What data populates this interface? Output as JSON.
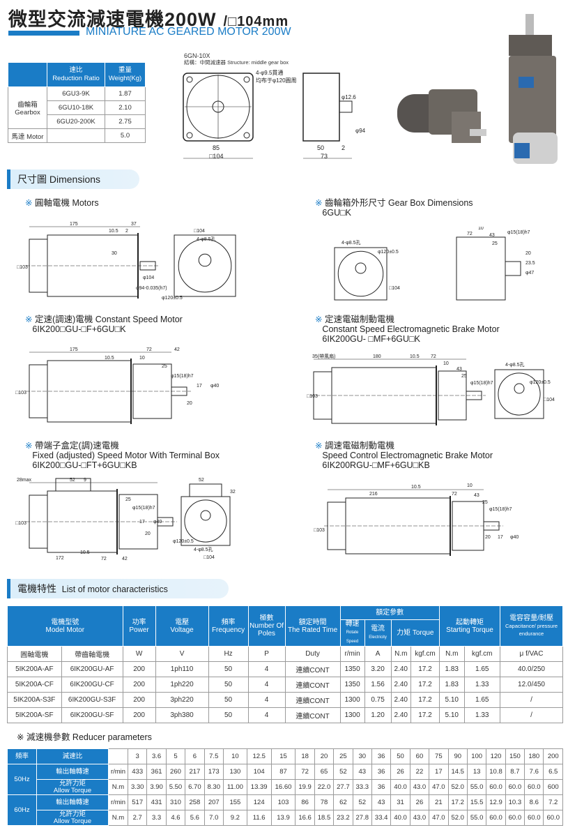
{
  "header": {
    "title": "微型交流減速電機200W",
    "size": "/□104mm",
    "subtitle": "MINIATURE AC GEARED MOTOR 200W"
  },
  "weight_table": {
    "headers": [
      {
        "zh": "速比",
        "en": "Reduction Ratio"
      },
      {
        "zh": "重量",
        "en": "Weight(Kg)"
      }
    ],
    "group_label_zh": "齒輪箱",
    "group_label_en": "Gearbox",
    "rows": [
      {
        "ratio": "6GU3-9K",
        "weight": "1.87"
      },
      {
        "ratio": "6GU10-18K",
        "weight": "2.10"
      },
      {
        "ratio": "6GU20-200K",
        "weight": "2.75"
      }
    ],
    "motor_label": "馬達 Motor",
    "motor_weight": "5.0"
  },
  "top_drawing": {
    "model": "6GN-10X",
    "structure": "結構：中間減速器 Structure: middle gear box",
    "holes": "4-φ9.5貫通",
    "pcd": "均布于φ120圓周",
    "dims": [
      "85",
      "□104",
      "φ12.6",
      "φ94",
      "50",
      "2",
      "73"
    ]
  },
  "dimensions": {
    "title": "尺寸圖 Dimensions",
    "mark": "※",
    "motors": {
      "label": "圓軸電機 Motors",
      "dims": [
        "175",
        "37",
        "10.5",
        "2",
        "30",
        "□103",
        "□104",
        "4-φ8.5孔",
        "φ120±0.5",
        "φ104",
        "φ94-0.035(h7)"
      ]
    },
    "gearbox": {
      "label": "齒輪箱外形尺寸 Gear Box Dimensions",
      "model": "6GU□K",
      "dims": [
        "4-φ8.5孔",
        "φ120±0.5",
        "□104",
        "72",
        "10",
        "43",
        "25",
        "φ15(18)h7",
        "20",
        "23.5",
        "φ47"
      ]
    },
    "constant": {
      "label": "定速(調速)電機 Constant Speed Motor",
      "model": "6IK200□GU-□F+6GU□K",
      "dims": [
        "175",
        "72",
        "42",
        "10.5",
        "10",
        "25",
        "φ15(18)h7",
        "17",
        "φ40",
        "20",
        "□103"
      ]
    },
    "brake": {
      "label": "定速電磁制動電機",
      "label_en": "Constant Speed Electromagnetic Brake Motor",
      "model": "6IK200GU- □MF+6GU□K",
      "dims": [
        "35(帶風扇)",
        "180",
        "10.5",
        "72",
        "10",
        "43",
        "25",
        "φ15(18)h7",
        "4-φ8.5孔",
        "φ120±0.5",
        "□104",
        "□103"
      ]
    },
    "terminal": {
      "label": "帶端子盒定(調)速電機",
      "label_en": "Fixed (adjusted) Speed Motor With Terminal Box",
      "model": "6IK200□GU-□FT+6GU□KB",
      "dims": [
        "28max",
        "52",
        "9",
        "25",
        "φ15(18)h7",
        "17",
        "φ40",
        "20",
        "172",
        "10.5",
        "72",
        "42",
        "□103",
        "52",
        "32",
        "φ120±0.5",
        "4-φ8.5孔",
        "□104"
      ]
    },
    "speed_brake": {
      "label": "調速電磁制動電機",
      "label_en": "Speed Control Electromagnetic Brake Motor",
      "model": "6IK200RGU-□MF+6GU□KB",
      "dims": [
        "10.5",
        "216",
        "72",
        "10",
        "43",
        "25",
        "φ15(18)h7",
        "20",
        "17",
        "φ40",
        "□103"
      ]
    }
  },
  "characteristics": {
    "title": "電機特性",
    "title_en": "List of motor characteristics",
    "headers": {
      "model": "電機型號",
      "model_en": "Model Motor",
      "power": "功率",
      "power_en": "Power",
      "voltage": "電壓",
      "voltage_en": "Voltage",
      "freq": "頻率",
      "freq_en": "Frequency",
      "poles": "極數",
      "poles_en": "Number Of Poles",
      "time": "額定時間",
      "time_en": "The Rated Time",
      "rated": "額定參數",
      "speed": "轉速",
      "speed_en": "Rotate Speed",
      "current": "電流",
      "current_en": "Electricity",
      "torque": "力矩 Torque",
      "start": "起動轉矩",
      "start_en": "Starting Torque",
      "cap": "電容容量/耐壓",
      "cap_en": "Capacitance/ pressure endurance"
    },
    "units": [
      "圓軸電機",
      "帶齒軸電機",
      "W",
      "V",
      "Hz",
      "P",
      "Duty",
      "r/min",
      "A",
      "N.m",
      "kgf.cm",
      "N.m",
      "kgf.cm",
      "μ f/VAC"
    ],
    "rows": [
      [
        "5IK200A-AF",
        "6IK200GU-AF",
        "200",
        "1ph110",
        "50",
        "4",
        "連續CONT",
        "1350",
        "3.20",
        "2.40",
        "17.2",
        "1.83",
        "1.65",
        "40.0/250"
      ],
      [
        "5IK200A-CF",
        "6IK200GU-CF",
        "200",
        "1ph220",
        "50",
        "4",
        "連續CONT",
        "1350",
        "1.56",
        "2.40",
        "17.2",
        "1.83",
        "1.33",
        "12.0/450"
      ],
      [
        "5IK200A-S3F",
        "6IK200GU-S3F",
        "200",
        "3ph220",
        "50",
        "4",
        "連續CONT",
        "1300",
        "0.75",
        "2.40",
        "17.2",
        "5.10",
        "1.65",
        "/"
      ],
      [
        "5IK200A-SF",
        "6IK200GU-SF",
        "200",
        "3ph380",
        "50",
        "4",
        "連續CONT",
        "1300",
        "1.20",
        "2.40",
        "17.2",
        "5.10",
        "1.33",
        "/"
      ]
    ]
  },
  "reducer": {
    "title": "※ 減速機參數 Reducer parameters",
    "freq_label": "頻率",
    "ratio_label": "減速比",
    "ratios": [
      "3",
      "3.6",
      "5",
      "6",
      "7.5",
      "10",
      "12.5",
      "15",
      "18",
      "20",
      "25",
      "30",
      "36",
      "50",
      "60",
      "75",
      "90",
      "100",
      "120",
      "150",
      "180",
      "200"
    ],
    "groups": [
      {
        "freq": "50Hz",
        "rows": [
          {
            "label": "輸出軸轉速",
            "label_en": "",
            "unit": "r/min",
            "values": [
              "433",
              "361",
              "260",
              "217",
              "173",
              "130",
              "104",
              "87",
              "72",
              "65",
              "52",
              "43",
              "36",
              "26",
              "22",
              "17",
              "14.5",
              "13",
              "10.8",
              "8.7",
              "7.6",
              "6.5"
            ]
          },
          {
            "label": "允許力矩",
            "label_en": "Allow Torque",
            "unit": "N.m",
            "values": [
              "3.30",
              "3.90",
              "5.50",
              "6.70",
              "8.30",
              "11.00",
              "13.39",
              "16.60",
              "19.9",
              "22.0",
              "27.7",
              "33.3",
              "36",
              "40.0",
              "43.0",
              "47.0",
              "52.0",
              "55.0",
              "60.0",
              "60.0",
              "60.0",
              "600"
            ]
          }
        ]
      },
      {
        "freq": "60Hz",
        "rows": [
          {
            "label": "輸出軸轉速",
            "label_en": "",
            "unit": "r/min",
            "values": [
              "517",
              "431",
              "310",
              "258",
              "207",
              "155",
              "124",
              "103",
              "86",
              "78",
              "62",
              "52",
              "43",
              "31",
              "26",
              "21",
              "17.2",
              "15.5",
              "12.9",
              "10.3",
              "8.6",
              "7.2"
            ]
          },
          {
            "label": "允許力矩",
            "label_en": "Allow Torque",
            "unit": "N.m",
            "values": [
              "2.7",
              "3.3",
              "4.6",
              "5.6",
              "7.0",
              "9.2",
              "11.6",
              "13.9",
              "16.6",
              "18.5",
              "23.2",
              "27.8",
              "33.4",
              "40.0",
              "43.0",
              "47.0",
              "52.0",
              "55.0",
              "60.0",
              "60.0",
              "60.0",
              "60.0"
            ]
          }
        ]
      }
    ]
  },
  "colors": {
    "accent": "#1a7cc6",
    "section_bg": "#dbeefa",
    "motor_body": "#6b6660"
  }
}
